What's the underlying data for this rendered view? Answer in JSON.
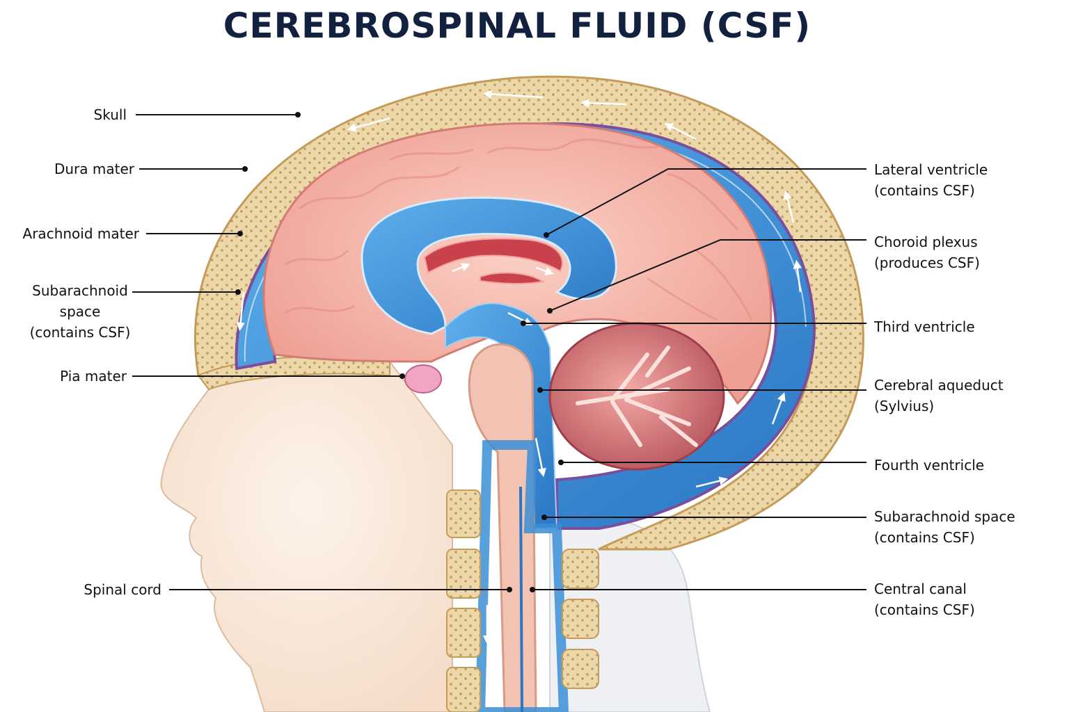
{
  "title": "CEREBROSPINAL FLUID (CSF)",
  "labels": {
    "skull": "Skull",
    "dura_mater": "Dura mater",
    "arachnoid_mater": "Arachnoid mater",
    "subarachnoid_left_1": "Subarachnoid",
    "subarachnoid_left_2": "space",
    "subarachnoid_left_3": "(contains CSF)",
    "pia_mater": "Pia mater",
    "spinal_cord": "Spinal cord",
    "lateral_ventricle_1": "Lateral ventricle",
    "lateral_ventricle_2": "(contains CSF)",
    "choroid_plexus_1": "Choroid plexus",
    "choroid_plexus_2": "(produces CSF)",
    "third_ventricle": "Third ventricle",
    "cerebral_aqueduct_1": "Cerebral aqueduct",
    "cerebral_aqueduct_2": "(Sylvius)",
    "fourth_ventricle": "Fourth ventricle",
    "subarachnoid_right_1": "Subarachnoid space",
    "subarachnoid_right_2": "(contains CSF)",
    "central_canal_1": "Central canal",
    "central_canal_2": "(contains CSF)"
  },
  "colors": {
    "title": "#12213f",
    "skull": "#e9d3a6",
    "csf": "#3b8fd6",
    "brain": "#f3b0a6",
    "cerebellum": "#c96b6b",
    "dura": "#7a4e9c",
    "leader": "#111111"
  }
}
